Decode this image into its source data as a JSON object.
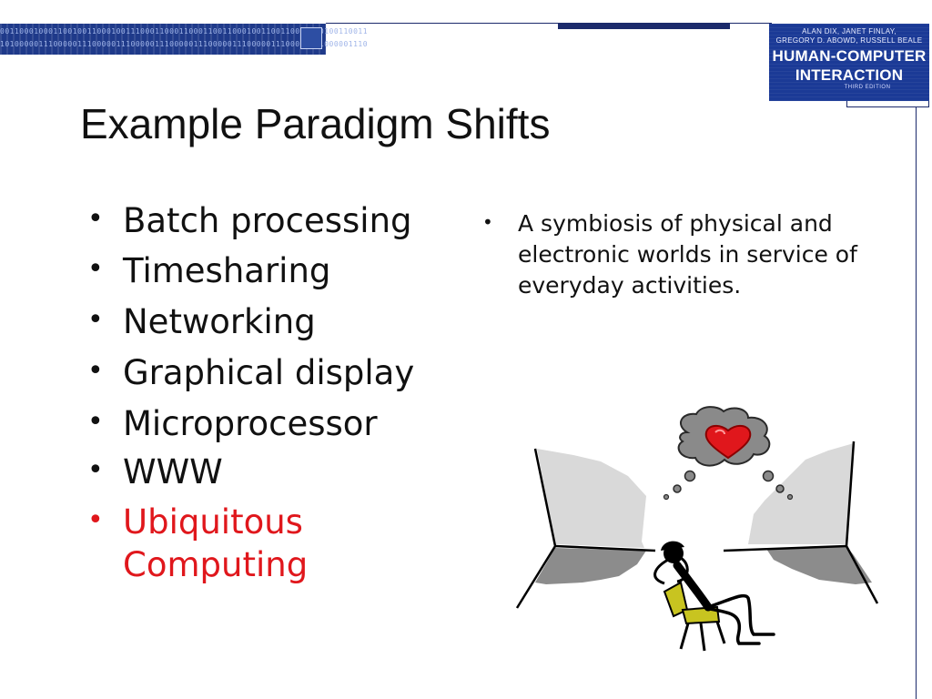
{
  "header": {
    "binary_rows": [
      "0011000100011001001100010011100011000110001100110001001100110001100100110011",
      "1010000011100000111000001110000011100000111000001110000011100000111000001110"
    ],
    "book": {
      "authors_line1": "ALAN DIX, JANET FINLAY,",
      "authors_line2": "GREGORY D. ABOWD, RUSSELL BEALE",
      "title_line1": "HUMAN-COMPUTER",
      "title_line2": "INTERACTION",
      "edition": "THIRD EDITION"
    }
  },
  "slide": {
    "title": "Example Paradigm Shifts",
    "bullets": [
      "Batch processing",
      "Timesharing",
      "Networking",
      "Graphical display",
      "Microprocessor",
      "WWW",
      "Ubiquitous Computing"
    ],
    "bullet_symbol": "•",
    "side_text": "A symbiosis of physical and electronic worlds in service of everyday activities."
  },
  "colors": {
    "title": "#111111",
    "highlight_bullet": "#e0171c",
    "banner": "#1f3a8a",
    "heart": "#e0171c",
    "chair": "#c8c420"
  },
  "icons": {
    "illustration": "person-daydreaming-heart-illustration"
  }
}
